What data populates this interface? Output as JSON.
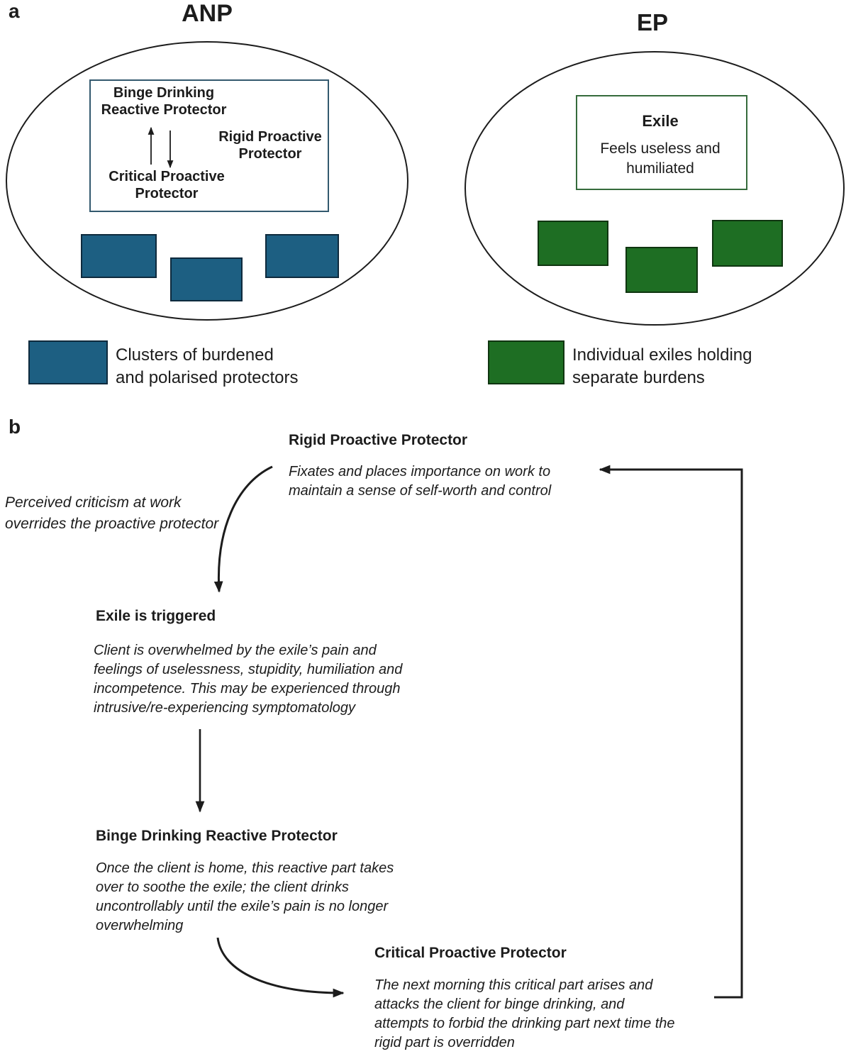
{
  "panels": {
    "a": {
      "label": "a",
      "anp": {
        "title": "ANP",
        "protector_box": {
          "binge_reactive": "Binge Drinking\nReactive Protector",
          "rigid_proactive": "Rigid Proactive\nProtector",
          "critical_proactive": "Critical Proactive\nProtector"
        }
      },
      "ep": {
        "title": "EP",
        "exile_box": {
          "title": "Exile",
          "description": "Feels useless and\nhumiliated"
        }
      },
      "legend": {
        "protector_swatch_color": "#1d5f82",
        "exile_swatch_color": "#1e6e23",
        "protectors_label": "Clusters of burdened\nand polarised protectors",
        "exiles_label": "Individual exiles holding\nseparate burdens"
      }
    },
    "b": {
      "label": "b",
      "steps": {
        "rigid": {
          "title": "Rigid Proactive Protector",
          "body": "Fixates and places importance on work to\nmaintain a sense of self-worth and control"
        },
        "trigger_note": "Perceived criticism at work\noverrides the proactive protector",
        "exile": {
          "title": "Exile is triggered",
          "body": "Client is overwhelmed by the exile’s pain and\nfeelings of uselessness, stupidity, humiliation and\nincompetence. This may be experienced through\nintrusive/re-experiencing symptomatology"
        },
        "binge": {
          "title": "Binge Drinking Reactive Protector",
          "body": "Once the client is home, this reactive part takes\nover to soothe the exile; the client drinks\nuncontrollably until the exile’s pain is no longer\noverwhelming"
        },
        "critical": {
          "title": "Critical Proactive Protector",
          "body": "The next morning this critical part arises and\nattacks the client for binge drinking, and\nattempts to forbid the drinking part next time the\nrigid part is overridden"
        }
      }
    }
  }
}
